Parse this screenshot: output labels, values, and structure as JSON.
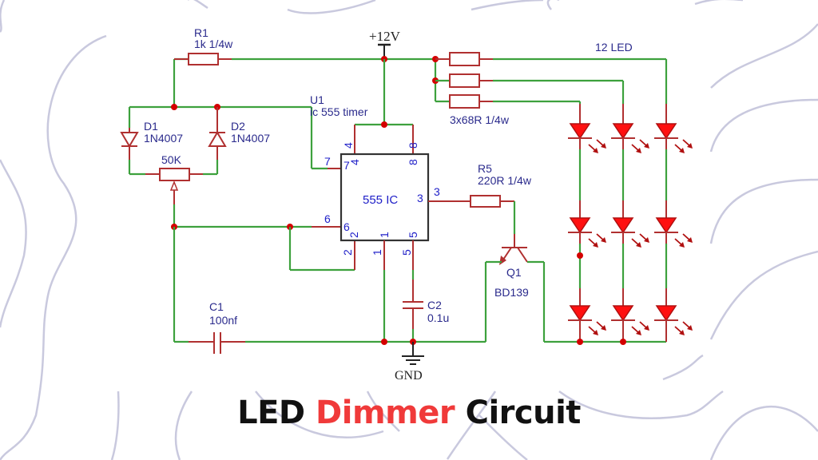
{
  "title": {
    "part1": "LED ",
    "part2": "Dimmer",
    "part3": " Circuit",
    "accent_color": "#f03a3a"
  },
  "schematic": {
    "supply_label": "+12V",
    "ground_label": "GND",
    "led_array_label": "12 LED",
    "components": {
      "r1": {
        "ref": "R1",
        "value": "1k 1/4w"
      },
      "d1": {
        "ref": "D1",
        "value": "1N4007"
      },
      "d2": {
        "ref": "D2",
        "value": "1N4007"
      },
      "pot": {
        "value": "50K"
      },
      "u1": {
        "ref": "U1",
        "value": "ic 555 timer",
        "body_label": "555 IC"
      },
      "r_led": {
        "value": "3x68R 1/4w"
      },
      "r5": {
        "ref": "R5",
        "value": "220R 1/4w"
      },
      "q1": {
        "ref": "Q1",
        "value": "BD139"
      },
      "c1": {
        "ref": "C1",
        "value": "100nf"
      },
      "c2": {
        "ref": "C2",
        "value": "0.1u"
      }
    },
    "pins": {
      "p4": "4",
      "p8": "8",
      "p7": "7",
      "p6": "6",
      "p2": "2",
      "p1": "1",
      "p5": "5",
      "p3": "3"
    },
    "colors": {
      "wire": "#3da13d",
      "component": "#b03030",
      "junction": "#d40000",
      "led": "#ff1010",
      "label": "#2a2a8c"
    }
  }
}
